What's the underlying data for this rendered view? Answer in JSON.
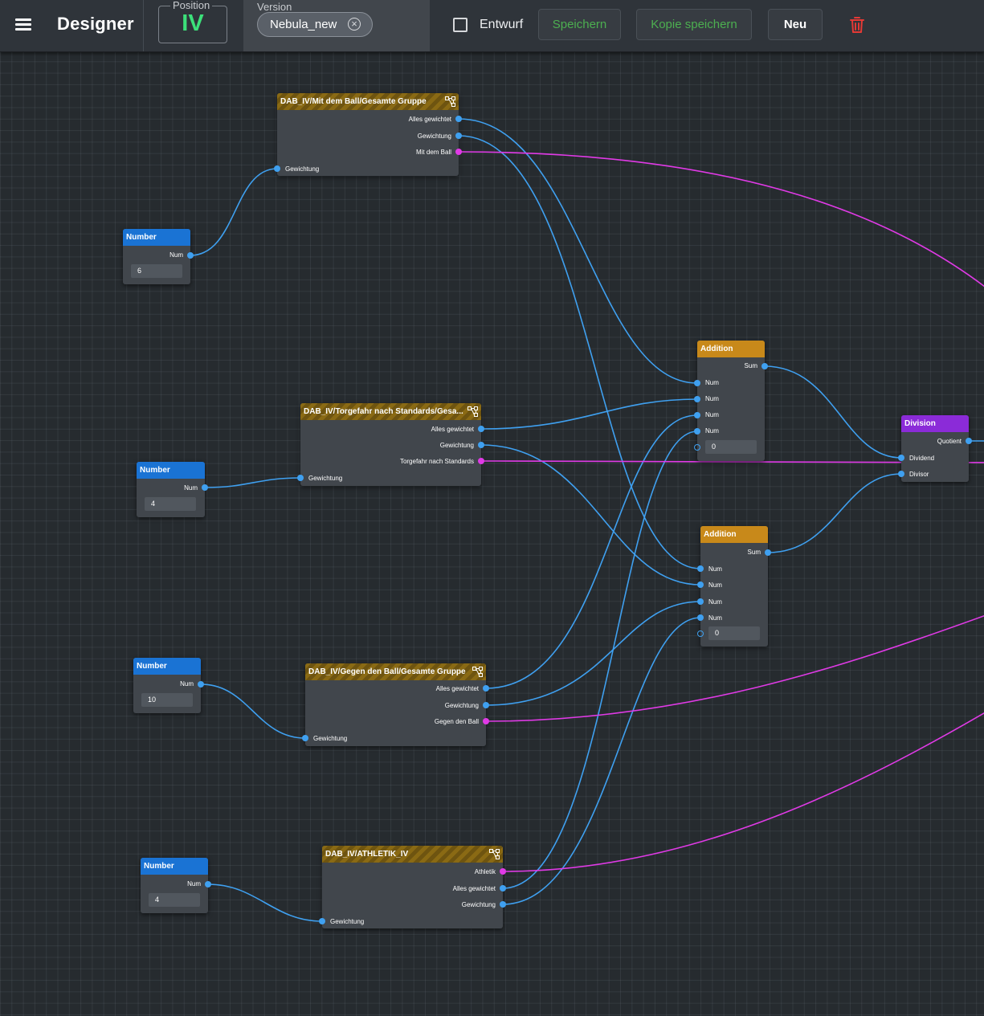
{
  "app": {
    "title": "Designer"
  },
  "position": {
    "label": "Position",
    "value": "IV"
  },
  "version": {
    "label": "Version",
    "selected": "Nebula_new"
  },
  "toolbar": {
    "draft_label": "Entwurf",
    "draft_checked": false,
    "save_label": "Speichern",
    "save_copy_label": "Kopie speichern",
    "new_label": "Neu"
  },
  "icons": {
    "menu": "hamburger-menu-icon",
    "clear": "close-circle-icon",
    "delete": "trash-icon",
    "group": "node-group-icon"
  },
  "colors": {
    "accent_green": "#3ce07a",
    "save_green": "#4caf50",
    "delete_red": "#e53935",
    "number_node": "#1a73d4",
    "addition_node": "#c8891a",
    "division_node": "#8b2bd8",
    "wire_number": "#3fa0f0",
    "wire_ratio": "#e03ae6"
  },
  "nodes": {
    "ball_group": {
      "title": "DAB_IV/Mit dem Ball/Gesamte Gruppe",
      "out_all": "Alles gewichtet",
      "out_weight": "Gewichtung",
      "out_value": "Mit dem Ball",
      "in_weight": "Gewichtung"
    },
    "setpiece_group": {
      "title": "DAB_IV/Torgefahr nach Standards/Gesa...",
      "out_all": "Alles gewichtet",
      "out_weight": "Gewichtung",
      "out_value": "Torgefahr nach Standards",
      "in_weight": "Gewichtung"
    },
    "defense_group": {
      "title": "DAB_IV/Gegen den Ball/Gesamte Gruppe",
      "out_all": "Alles gewichtet",
      "out_weight": "Gewichtung",
      "out_value": "Gegen den Ball",
      "in_weight": "Gewichtung"
    },
    "athletic_group": {
      "title": "DAB_IV/ATHLETIK_IV",
      "out_value": "Athletik",
      "out_all": "Alles gewichtet",
      "out_weight": "Gewichtung",
      "in_weight": "Gewichtung"
    },
    "number_1": {
      "title": "Number",
      "out": "Num",
      "value": "6"
    },
    "number_2": {
      "title": "Number",
      "out": "Num",
      "value": "4"
    },
    "number_3": {
      "title": "Number",
      "out": "Num",
      "value": "10"
    },
    "number_4": {
      "title": "Number",
      "out": "Num",
      "value": "4"
    },
    "addition_1": {
      "title": "Addition",
      "out": "Sum",
      "inputs": [
        "Num",
        "Num",
        "Num",
        "Num"
      ],
      "value": "0"
    },
    "addition_2": {
      "title": "Addition",
      "out": "Sum",
      "inputs": [
        "Num",
        "Num",
        "Num",
        "Num"
      ],
      "value": "0"
    },
    "division": {
      "title": "Division",
      "out": "Quotient",
      "in_dividend": "Dividend",
      "in_divisor": "Divisor"
    }
  }
}
